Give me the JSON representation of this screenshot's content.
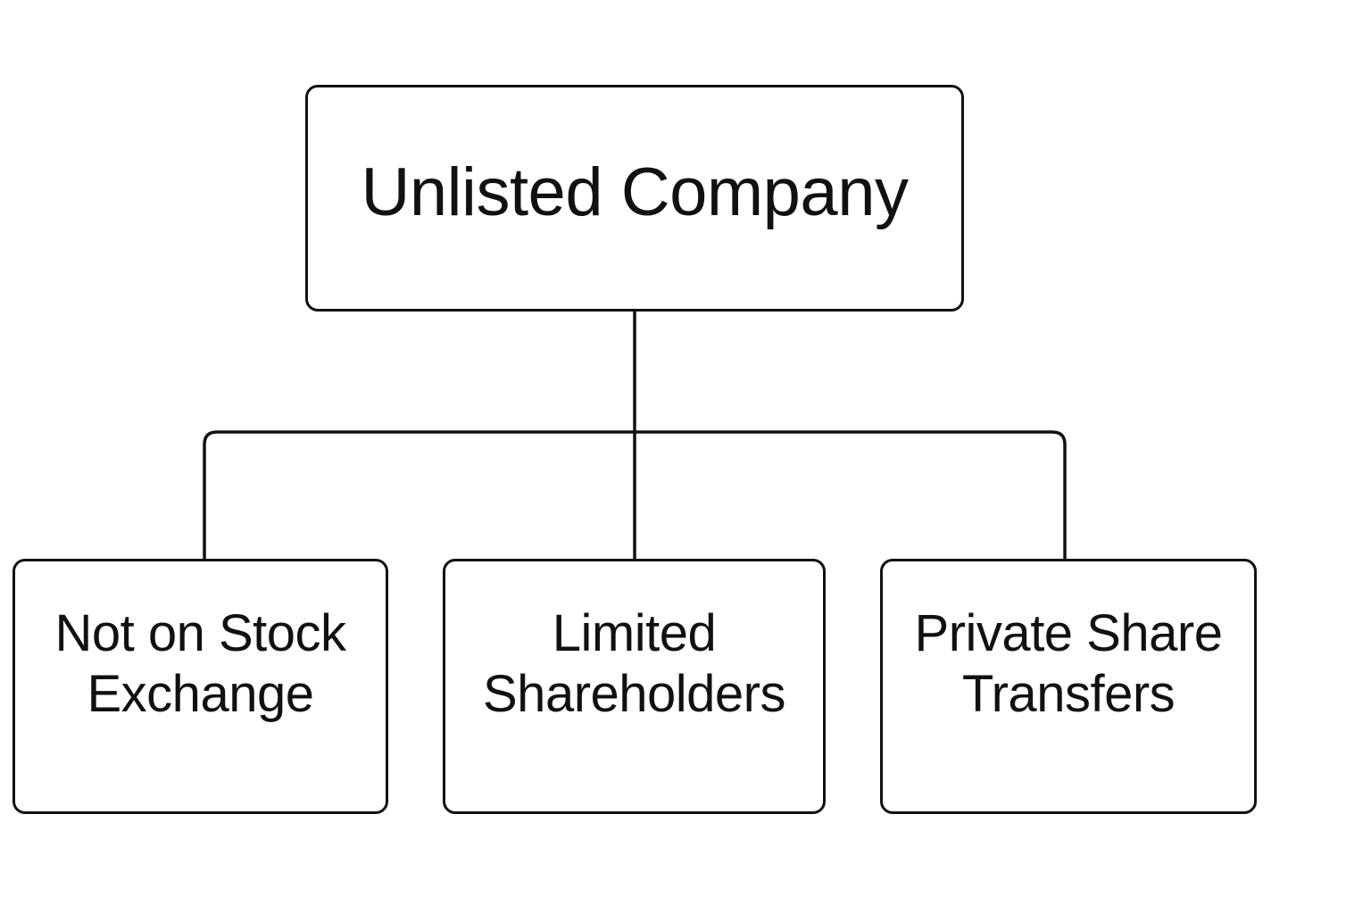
{
  "diagram": {
    "root": {
      "label": "Unlisted Company"
    },
    "children": [
      {
        "label": "Not on Stock\nExchange"
      },
      {
        "label": "Limited\nShareholders"
      },
      {
        "label": "Private Share\nTransfers"
      }
    ]
  },
  "colors": {
    "stroke": "#111111",
    "background": "#ffffff"
  }
}
